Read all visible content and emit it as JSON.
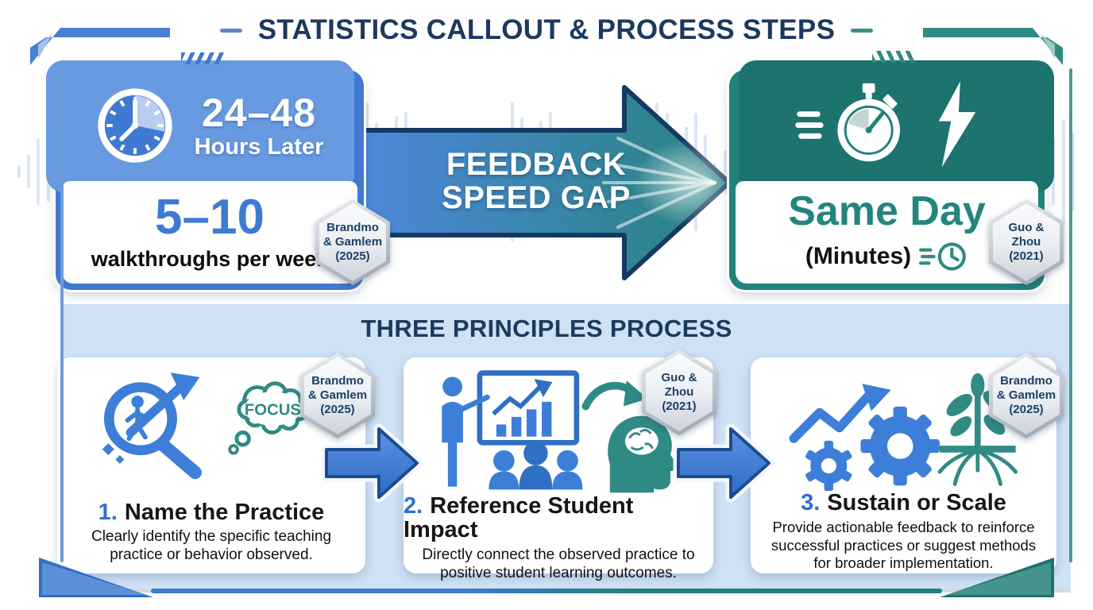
{
  "title": "STATISTICS CALLOUT & PROCESS STEPS",
  "colors": {
    "blue": "#4079d2",
    "teal": "#21827b",
    "navy": "#1b3a5f",
    "panel_blue": "#cfe1f5",
    "badge_text": "#1c4066"
  },
  "stats_row": {
    "left_card": {
      "header_value": "24–48",
      "header_label": "Hours Later",
      "value": "5–10",
      "value_label": "walkthroughs per week",
      "badge": [
        "Brandmo",
        "& Gamlem",
        "(2025)"
      ]
    },
    "gap_arrow": {
      "line1": "FEEDBACK",
      "line2": "SPEED GAP"
    },
    "right_card": {
      "value": "Same Day",
      "value_label": "(Minutes)",
      "badge": [
        "Guo &",
        "Zhou",
        "(2021)"
      ]
    }
  },
  "process": {
    "heading": "THREE PRINCIPLES PROCESS",
    "steps": [
      {
        "number": "1.",
        "title": "Name the Practice",
        "description": "Clearly identify the specific teaching practice or behavior observed.",
        "badge": [
          "Brandmo",
          "& Gamlem",
          "(2025)"
        ],
        "thought_label": "FOCUS"
      },
      {
        "number": "2.",
        "title": "Reference Student Impact",
        "description": "Directly connect the observed practice to positive student learning outcomes.",
        "badge": [
          "Guo &",
          "Zhou",
          "(2021)"
        ]
      },
      {
        "number": "3.",
        "title": "Sustain or Scale",
        "description": "Provide actionable feedback to reinforce successful practices or suggest methods for broader implementation.",
        "badge": [
          "Brandmo",
          "& Gamlem",
          "(2025)"
        ]
      }
    ]
  }
}
